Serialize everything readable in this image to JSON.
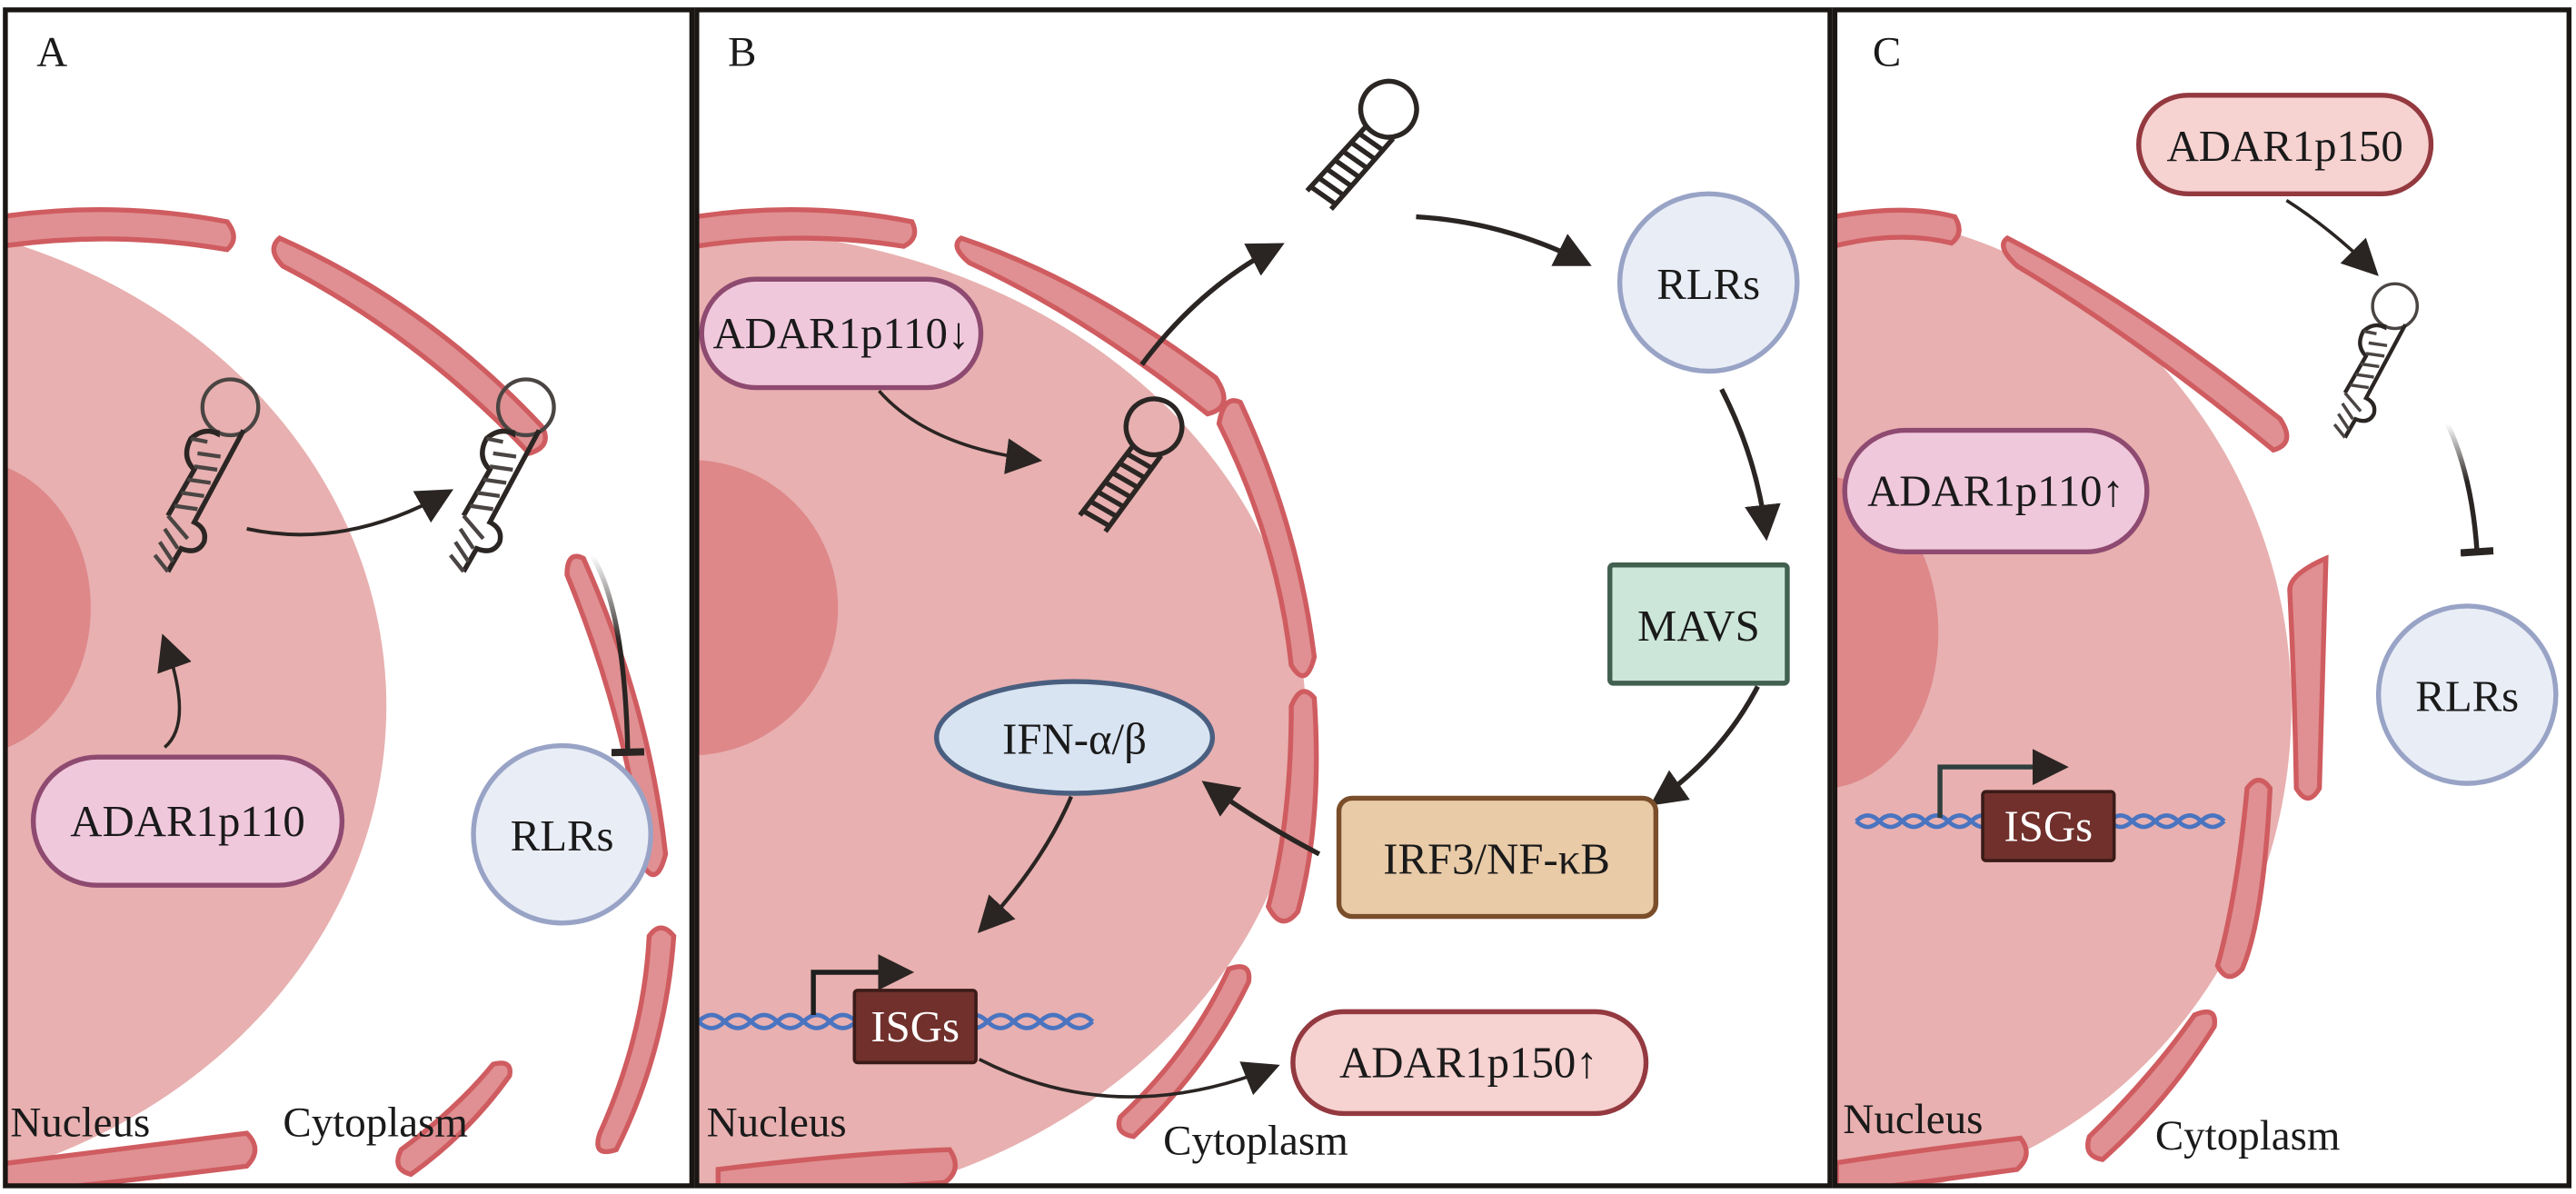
{
  "figure": {
    "panels": [
      {
        "id": "A",
        "letter": "A",
        "nucleus_label": "Nucleus",
        "cytoplasm_label": "Cytoplasm",
        "nodes": {
          "adar_p110": "ADAR1p110",
          "rlrs": "RLRs"
        },
        "relations": [
          "ADAR1p110 edits nuclear dsRNA",
          "edited dsRNA exported to cytoplasm",
          "edited dsRNA inhibits RLRs"
        ]
      },
      {
        "id": "B",
        "letter": "B",
        "nucleus_label": "Nucleus",
        "cytoplasm_label": "Cytoplasm",
        "nodes": {
          "adar_p110_down": "ADAR1p110↓",
          "rlrs": "RLRs",
          "mavs": "MAVS",
          "irf3_nfkb": "IRF3/NF-κB",
          "ifn": "IFN-α/β",
          "isgs": "ISGs",
          "adar_p150_up": "ADAR1p150↑"
        },
        "relations": [
          "ADAR1p110 reduced → unedited dsRNA",
          "dsRNA exported to cytoplasm",
          "dsRNA → RLRs",
          "RLRs → MAVS",
          "MAVS → IRF3/NF-κB",
          "IRF3/NF-κB → IFN-α/β",
          "IFN-α/β → ISGs transcription",
          "ISGs → ADAR1p150↑"
        ]
      },
      {
        "id": "C",
        "letter": "C",
        "nucleus_label": "Nucleus",
        "cytoplasm_label": "Cytoplasm",
        "nodes": {
          "adar_p150": "ADAR1p150",
          "adar_p110_up": "ADAR1p110↑",
          "isgs": "ISGs",
          "rlrs": "RLRs"
        },
        "relations": [
          "ADAR1p150 edits cytoplasmic dsRNA",
          "edited dsRNA inhibits RLRs"
        ]
      }
    ],
    "colors": {
      "nucleus": "#e8b0b0",
      "nucleolus": "#de888a",
      "envelope": "#e09092",
      "envelope_stroke": "#cf5c60",
      "adar_p110_fill": "#f0c8dc",
      "adar_p110_stroke": "#8e4a70",
      "adar_p150_fill": "#f6d2d0",
      "adar_p150_stroke": "#93393f",
      "rlrs_fill": "#e9edf6",
      "rlrs_stroke": "#98a3c6",
      "mavs_fill": "#cce6da",
      "mavs_stroke": "#42604f",
      "irf3_fill": "#e9cba8",
      "irf3_stroke": "#7a4e2a",
      "ifn_fill": "#d8e4f2",
      "ifn_stroke": "#4a5f80",
      "isgs_fill": "#71302c",
      "dna": "#4a74c0",
      "arrow": "#2a2523"
    }
  }
}
